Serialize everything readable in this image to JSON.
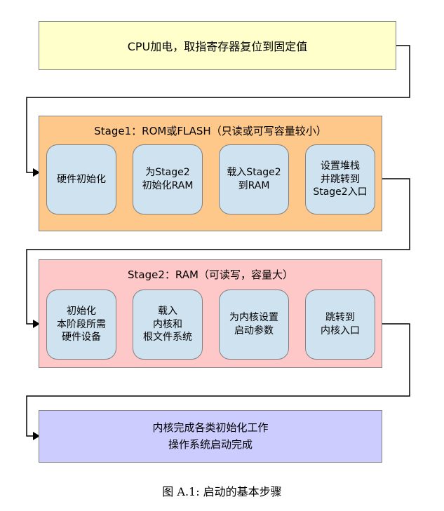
{
  "diagram": {
    "top_box": {
      "label": "CPU加电，取指寄存器复位到固定值"
    },
    "stage1": {
      "title": "Stage1：ROM或FLASH（只读或可写容量较小）",
      "steps": [
        {
          "label": "硬件初始化"
        },
        {
          "label": "为Stage2\n初始化RAM"
        },
        {
          "label": "载入Stage2\n到RAM"
        },
        {
          "label": "设置堆栈\n并跳转到\nStage2入口"
        }
      ]
    },
    "stage2": {
      "title": "Stage2：RAM（可读写，容量大）",
      "steps": [
        {
          "label": "初始化\n本阶段所需\n硬件设备"
        },
        {
          "label": "载入\n内核和\n根文件系统"
        },
        {
          "label": "为内核设置\n启动参数"
        },
        {
          "label": "跳转到\n内核入口"
        }
      ]
    },
    "final_box": {
      "label": "内核完成各类初始化工作\n操作系统启动完成"
    },
    "caption": "图 A.1: 启动的基本步骤",
    "colors": {
      "top_box_fill": "#ffffcc",
      "stage1_fill": "#fdc88a",
      "stage2_fill": "#ffc8c8",
      "step_fill": "#cfe2f0",
      "final_fill": "#ccccff",
      "border": "#808080",
      "connector": "#000000"
    }
  }
}
